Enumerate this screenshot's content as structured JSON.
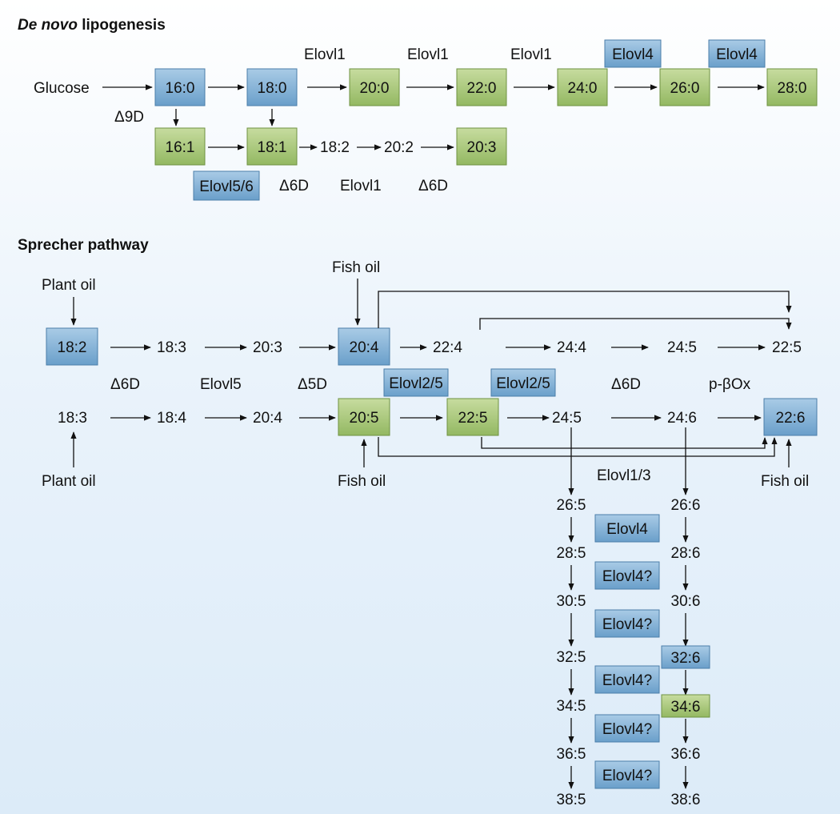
{
  "sections": {
    "lipogenesis_title": {
      "emph": "De novo",
      "rest": "lipogenesis"
    },
    "sprecher_title": "Sprecher pathway"
  },
  "colors": {
    "blue_box": "#7fb0d6",
    "green_box": "#a9c97a",
    "text": "#111111"
  },
  "lipogenesis": {
    "glucose": "Glucose",
    "d9d": "Δ9D",
    "elovl1_a": "Elovl1",
    "elovl1_b": "Elovl1",
    "elovl1_c": "Elovl1",
    "elovl4_a": "Elovl4",
    "elovl4_b": "Elovl4",
    "fa_16_0": "16:0",
    "fa_18_0": "18:0",
    "fa_20_0": "20:0",
    "fa_22_0": "22:0",
    "fa_24_0": "24:0",
    "fa_26_0": "26:0",
    "fa_28_0": "28:0",
    "fa_16_1": "16:1",
    "fa_18_1": "18:1",
    "fa_18_2": "18:2",
    "fa_20_2": "20:2",
    "fa_20_3": "20:3",
    "elovl56": "Elovl5/6",
    "d6d": "Δ6D",
    "elovl1_d": "Elovl1",
    "d6d_b": "Δ6D"
  },
  "sprecher": {
    "plant_oil_top": "Plant oil",
    "fish_oil_top": "Fish oil",
    "n6_18_2": "18:2",
    "n6_18_3": "18:3",
    "n6_20_3": "20:3",
    "n6_20_4": "20:4",
    "n6_22_4": "22:4",
    "n6_24_4": "24:4",
    "n6_24_5": "24:5",
    "n6_22_5": "22:5",
    "d6d": "Δ6D",
    "elovl5": "Elovl5",
    "d5d": "Δ5D",
    "elovl25_a": "Elovl2/5",
    "elovl25_b": "Elovl2/5",
    "d6d_b": "Δ6D",
    "pbox": "p-βOx",
    "n3_18_3": "18:3",
    "n3_18_4": "18:4",
    "n3_20_4": "20:4",
    "n3_20_5": "20:5",
    "n3_22_5": "22:5",
    "n3_24_5": "24:5",
    "n3_24_6": "24:6",
    "n3_22_6": "22:6",
    "plant_oil_bottom": "Plant oil",
    "fish_oil_mid": "Fish oil",
    "fish_oil_right": "Fish oil",
    "elovl13": "Elovl1/3",
    "col5": [
      "26:5",
      "28:5",
      "30:5",
      "32:5",
      "34:5",
      "36:5",
      "38:5"
    ],
    "col6": [
      "26:6",
      "28:6",
      "30:6",
      "32:6",
      "34:6",
      "36:6",
      "38:6"
    ],
    "elovl4_list": [
      "Elovl4",
      "Elovl4?",
      "Elovl4?",
      "Elovl4?",
      "Elovl4?",
      "Elovl4?"
    ]
  }
}
